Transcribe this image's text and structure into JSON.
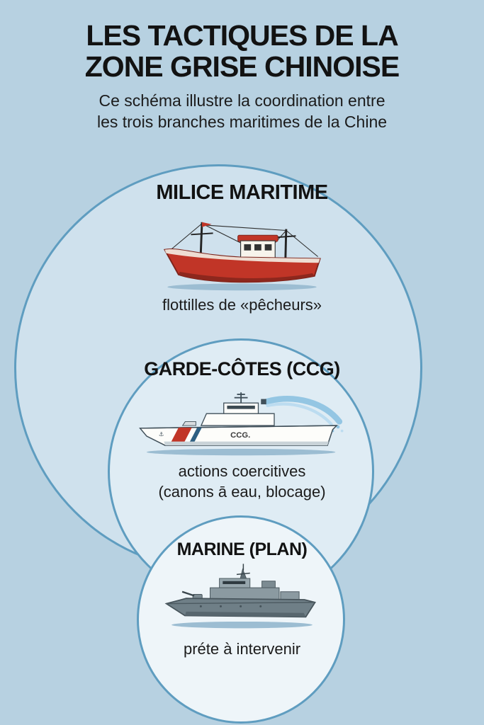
{
  "header": {
    "title_line1": "LES TACTIQUES DE LA",
    "title_line2": "ZONE GRISE CHINOISE",
    "subtitle_line1": "Ce schéma illustre la coordination entre",
    "subtitle_line2": "les trois branches maritimes de la Chine"
  },
  "diagram": {
    "outer": {
      "label": "MILICE MARITIME",
      "caption": "flottilles de «pêcheurs»",
      "icon": "fishing-boat"
    },
    "middle": {
      "label": "GARDE-CÔTES (CCG)",
      "caption_line1": "actions coercitives",
      "caption_line2": "(canons ā eau, blocage)",
      "ship_marking": "CCG.",
      "icon": "coast-guard-cutter"
    },
    "inner": {
      "label": "MARINE (PLAN)",
      "caption": "préte à intervenir",
      "icon": "navy-frigate"
    }
  },
  "colors": {
    "background": "#b7d1e1",
    "circle_border": "#5f9dc0",
    "outer_circle_fill": "#cfe1ed",
    "middle_circle_fill": "#dfecf4",
    "inner_circle_fill": "#eef5f9",
    "title_text": "#121212",
    "fishing_boat_red": "#c13527",
    "coast_guard_stripe_red": "#c13527",
    "navy_grey": "#6f7f87",
    "water_spray_blue": "#8fc4e2"
  }
}
